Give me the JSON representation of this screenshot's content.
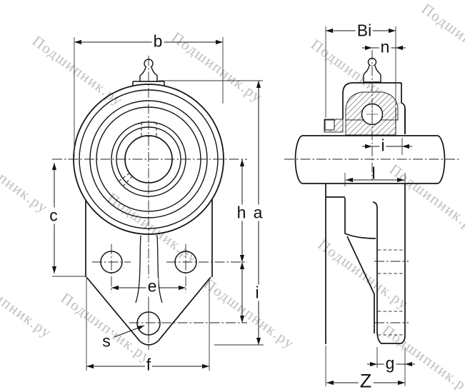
{
  "watermark": {
    "text": "Подшипник.ру"
  },
  "dimensions": {
    "front": {
      "b": "b",
      "c": "c",
      "e": "e",
      "s": "s",
      "f": "f",
      "h": "h",
      "a": "a",
      "i": "i"
    },
    "side": {
      "bi": "Bi",
      "n": "n",
      "i": "i",
      "l": "l",
      "g": "g",
      "z": "Z"
    }
  },
  "colors": {
    "outline": "#141414",
    "dimension": "#222222",
    "hidden_line": "#333333",
    "watermark": "#7d7d7d",
    "background": "#ffffff"
  }
}
